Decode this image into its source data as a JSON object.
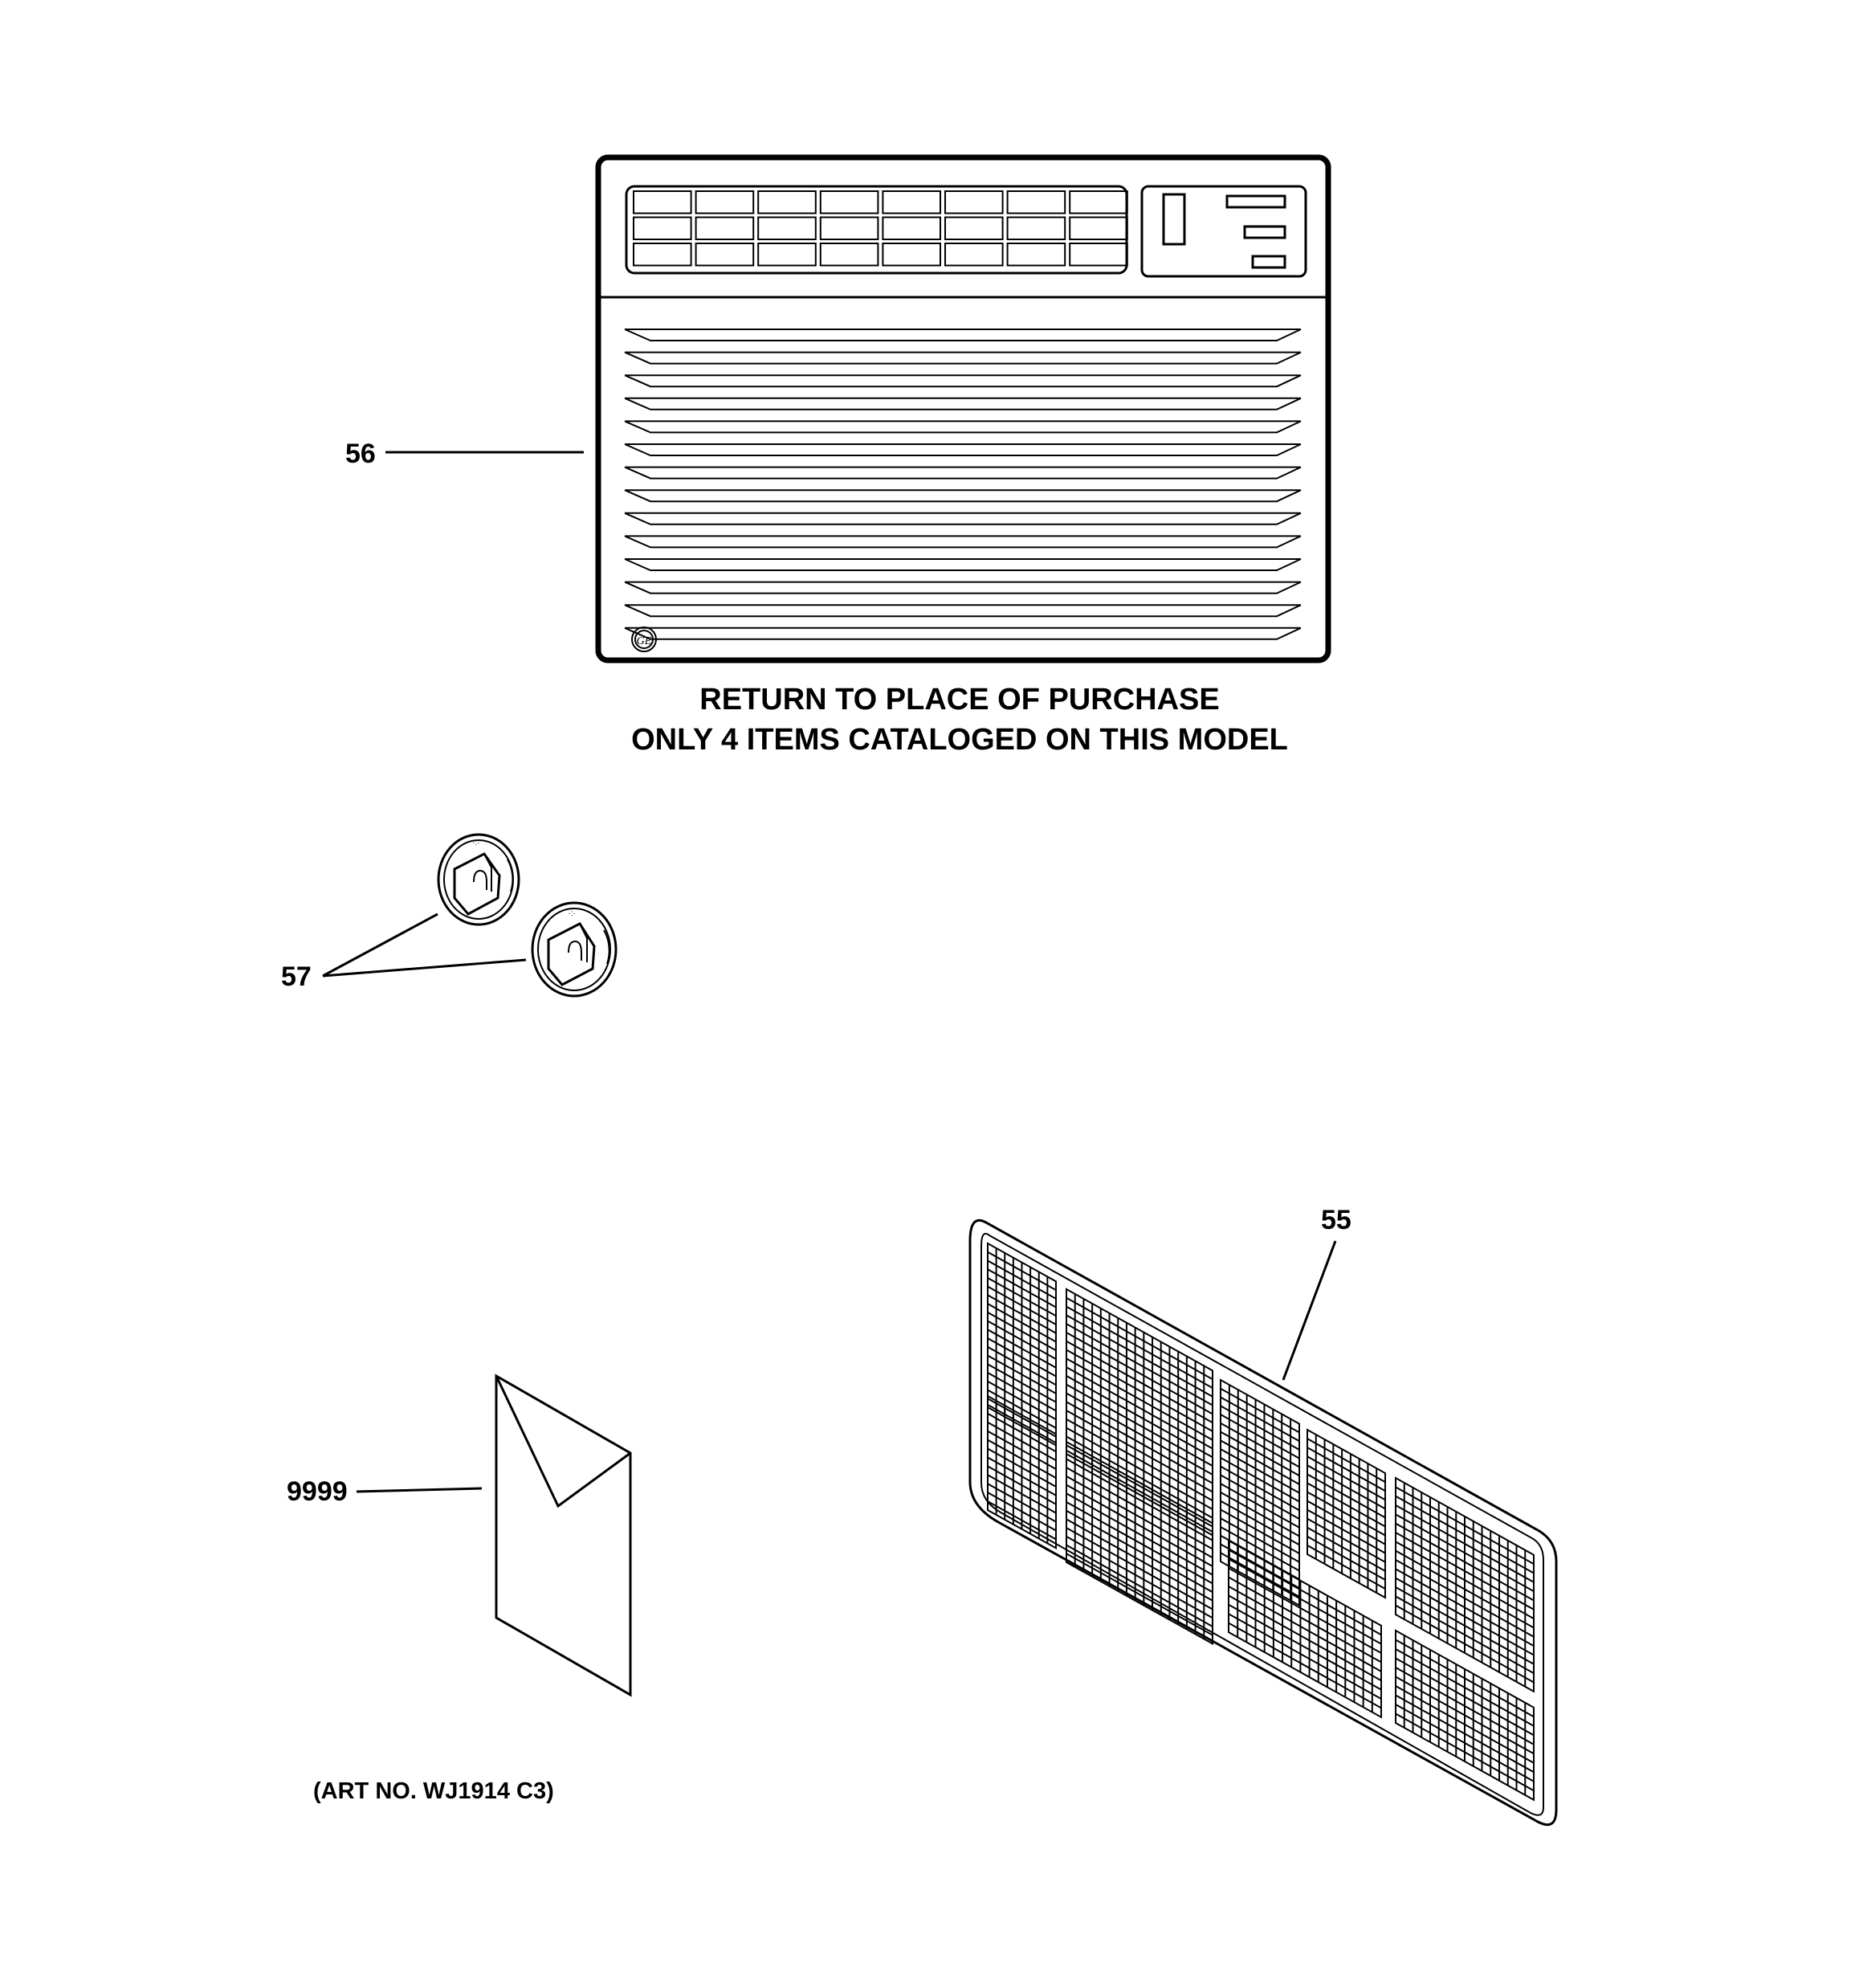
{
  "callouts": {
    "unit": "56",
    "knobs": "57",
    "manual": "9999",
    "filter": "55"
  },
  "notice": {
    "line1": "RETURN TO PLACE OF PURCHASE",
    "line2": "ONLY 4 ITEMS CATALOGED ON THIS MODEL"
  },
  "art_number": "(ART NO. WJ1914 C3)",
  "logo_text": "GE"
}
